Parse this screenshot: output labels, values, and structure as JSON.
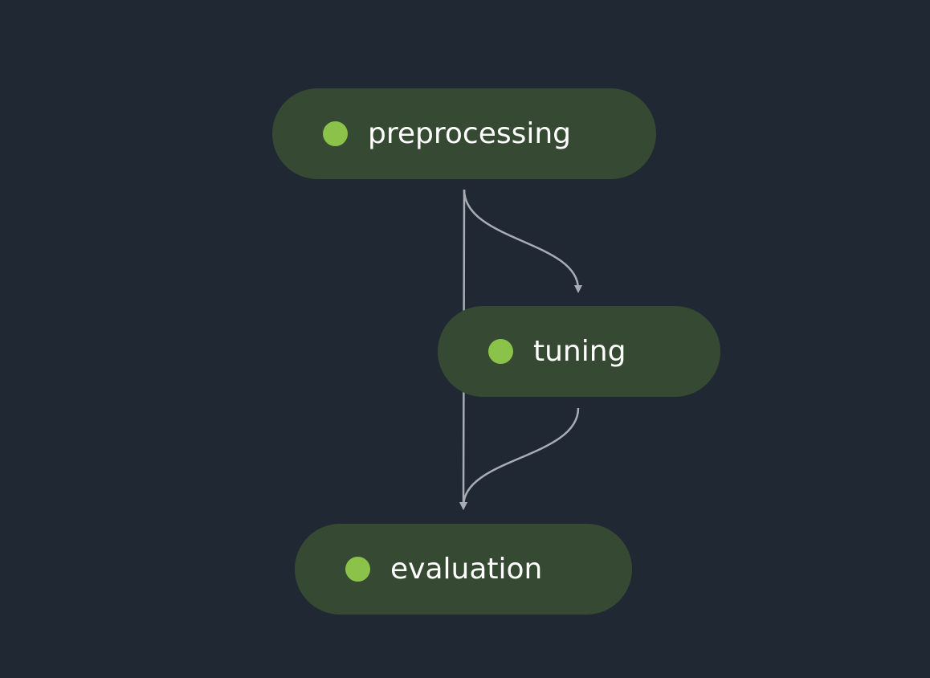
{
  "graph": {
    "nodes": [
      {
        "id": "preprocessing",
        "label": "preprocessing",
        "status": "success"
      },
      {
        "id": "tuning",
        "label": "tuning",
        "status": "success"
      },
      {
        "id": "evaluation",
        "label": "evaluation",
        "status": "success"
      }
    ],
    "edges": [
      {
        "from": "preprocessing",
        "to": "tuning"
      },
      {
        "from": "tuning",
        "to": "evaluation"
      },
      {
        "from": "preprocessing",
        "to": "evaluation"
      }
    ]
  },
  "colors": {
    "background": "#202834",
    "node_fill": "#364a33",
    "status_success": "#8bc34a",
    "edge": "#a8adb5",
    "text": "#ffffff"
  }
}
